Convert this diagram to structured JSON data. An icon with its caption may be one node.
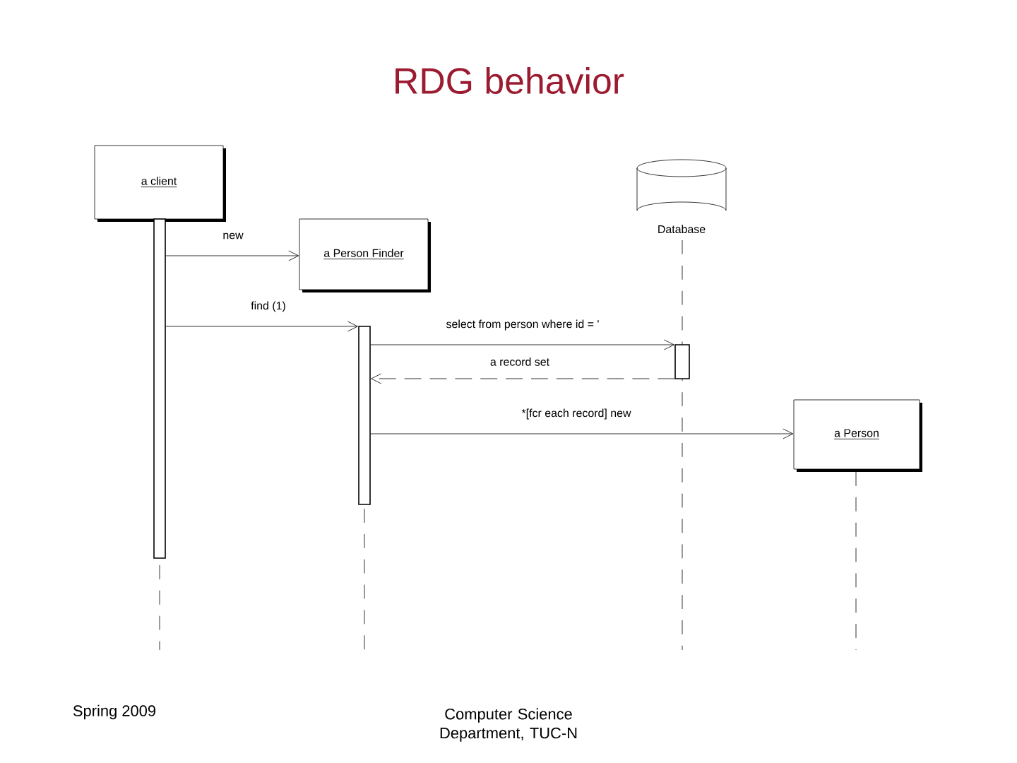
{
  "diagram": {
    "title": "RDG behavior",
    "nodes": [
      {
        "text": [
          "a client"
        ]
      },
      {
        "text": [
          "a Person Finder"
        ]
      },
      {
        "text": [
          "Database"
        ]
      },
      {
        "text": [
          "a Person"
        ]
      },
      {
        "text": [],
        "shape": "bar"
      },
      {
        "text": [],
        "shape": "bar"
      },
      {
        "text": [],
        "shape": "bar"
      }
    ],
    "edges": [
      {
        "from": 4,
        "to": 1,
        "arrow": "to",
        "label": "new"
      },
      {
        "from": 4,
        "to": 5,
        "arrow": "to",
        "label": "find (1)"
      },
      {
        "from": 5,
        "to": 6,
        "arrow": "to",
        "label": "select from person where id = '"
      },
      {
        "from": 6,
        "to": 5,
        "arrow": "to",
        "label": "a record set",
        "style": "dashed"
      },
      {
        "from": 5,
        "to": 3,
        "arrow": "to",
        "label": "*[fcr each record] new"
      }
    ],
    "labels": [
      "Spring 2009",
      "Computer Science Department, TUC-N"
    ]
  }
}
